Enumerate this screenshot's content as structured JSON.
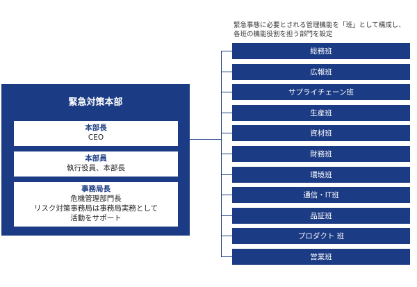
{
  "headquarters": {
    "title": "緊急対策本部",
    "roles": [
      {
        "title": "本部長",
        "desc_lines": [
          "CEO"
        ]
      },
      {
        "title": "本部員",
        "desc_lines": [
          "執行役員、本部長"
        ]
      },
      {
        "title": "事務局長",
        "desc_lines": [
          "危機管理部門長",
          "リスク対策事務局は事務局実務として",
          "活動をサポート"
        ]
      }
    ]
  },
  "note": {
    "line1": "緊急事態に必要とされる管理機能を「班」として構成し、",
    "line2": "各班の機能役割を担う部門を設定"
  },
  "teams": [
    "総務班",
    "広報班",
    "サプライチェーン班",
    "生産班",
    "資材班",
    "財務班",
    "環境班",
    "通信・IT班",
    "品証班",
    "プロダクト 班",
    "営業班"
  ],
  "colors": {
    "primary": "#1b3b84",
    "background": "#ffffff"
  }
}
